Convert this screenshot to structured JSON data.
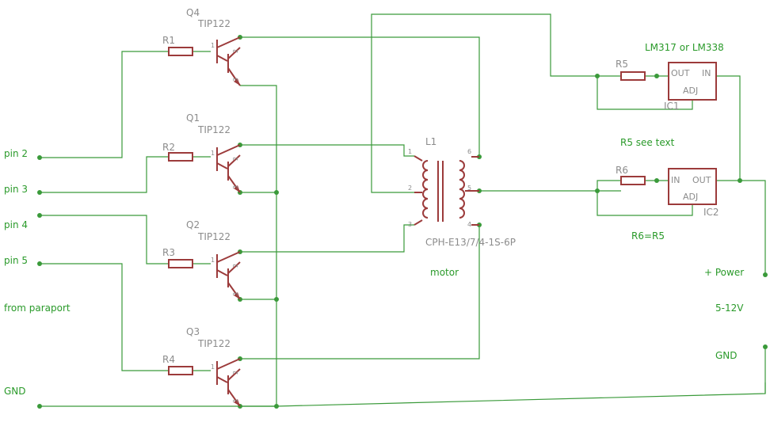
{
  "inputs": {
    "pin2": "pin 2",
    "pin3": "pin 3",
    "pin4": "pin 4",
    "pin5": "pin 5",
    "from_paraport": "from paraport",
    "gnd": "GND"
  },
  "transistors": {
    "q4": {
      "name": "Q4",
      "value": "TIP122"
    },
    "q1": {
      "name": "Q1",
      "value": "TIP122"
    },
    "q2": {
      "name": "Q2",
      "value": "TIP122"
    },
    "q3": {
      "name": "Q3",
      "value": "TIP122"
    }
  },
  "resistors": {
    "r1": "R1",
    "r2": "R2",
    "r3": "R3",
    "r4": "R4",
    "r5": "R5",
    "r6": "R6"
  },
  "motor": {
    "name": "L1",
    "part": "CPH-E13/7/4-1S-6P",
    "label": "motor",
    "pins": [
      "1",
      "2",
      "3",
      "4",
      "5",
      "6"
    ]
  },
  "transistor_pins": {
    "b": "1",
    "c": "2",
    "e": "3"
  },
  "regulators": {
    "ic1": {
      "name": "IC1",
      "title": "LM317 or LM338",
      "out": "OUT",
      "in": "IN",
      "adj": "ADJ"
    },
    "ic2": {
      "name": "IC2",
      "out": "OUT",
      "in": "IN",
      "adj": "ADJ"
    }
  },
  "notes": {
    "r5_note": "R5 see text",
    "r6_note": "R6=R5"
  },
  "power": {
    "plus_power": "+ Power",
    "voltage": "5-12V",
    "gnd": "GND"
  },
  "colors": {
    "wire": "#3a9a3a",
    "component": "#9c3b3b",
    "label_grey": "#8c8c8c",
    "label_green": "#2a9a2a"
  }
}
